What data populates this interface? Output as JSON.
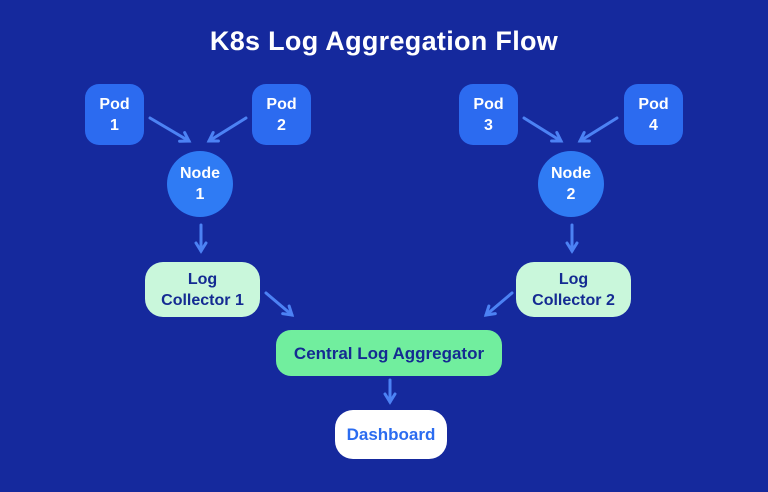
{
  "title": "K8s Log Aggregation Flow",
  "colors": {
    "background": "#15299D",
    "title_text": "#FFFFFF",
    "pod_bg": "#2C6BF0",
    "pod_text": "#FFFFFF",
    "node_bg": "#2F7BF4",
    "node_text": "#FFFFFF",
    "collector_bg": "#C9F7DB",
    "aggregator_bg": "#71EE9E",
    "green_box_text": "#142B92",
    "dashboard_bg": "#FFFFFF",
    "dashboard_text": "#2B6CF0",
    "arrow": "#4C82F4"
  },
  "diagram": {
    "pods": [
      {
        "lines": [
          "Pod",
          "1"
        ]
      },
      {
        "lines": [
          "Pod",
          "2"
        ]
      },
      {
        "lines": [
          "Pod",
          "3"
        ]
      },
      {
        "lines": [
          "Pod",
          "4"
        ]
      }
    ],
    "nodes": [
      {
        "lines": [
          "Node",
          "1"
        ]
      },
      {
        "lines": [
          "Node",
          "2"
        ]
      }
    ],
    "collectors": [
      {
        "lines": [
          "Log",
          "Collector 1"
        ]
      },
      {
        "lines": [
          "Log",
          "Collector 2"
        ]
      }
    ],
    "aggregator": {
      "label": "Central Log Aggregator"
    },
    "dashboard": {
      "label": "Dashboard"
    },
    "edges": [
      {
        "from": "pod-1",
        "to": "node-1"
      },
      {
        "from": "pod-2",
        "to": "node-1"
      },
      {
        "from": "pod-3",
        "to": "node-2"
      },
      {
        "from": "pod-4",
        "to": "node-2"
      },
      {
        "from": "node-1",
        "to": "log-collector-1"
      },
      {
        "from": "node-2",
        "to": "log-collector-2"
      },
      {
        "from": "log-collector-1",
        "to": "central-log-aggregator"
      },
      {
        "from": "log-collector-2",
        "to": "central-log-aggregator"
      },
      {
        "from": "central-log-aggregator",
        "to": "dashboard"
      }
    ]
  }
}
